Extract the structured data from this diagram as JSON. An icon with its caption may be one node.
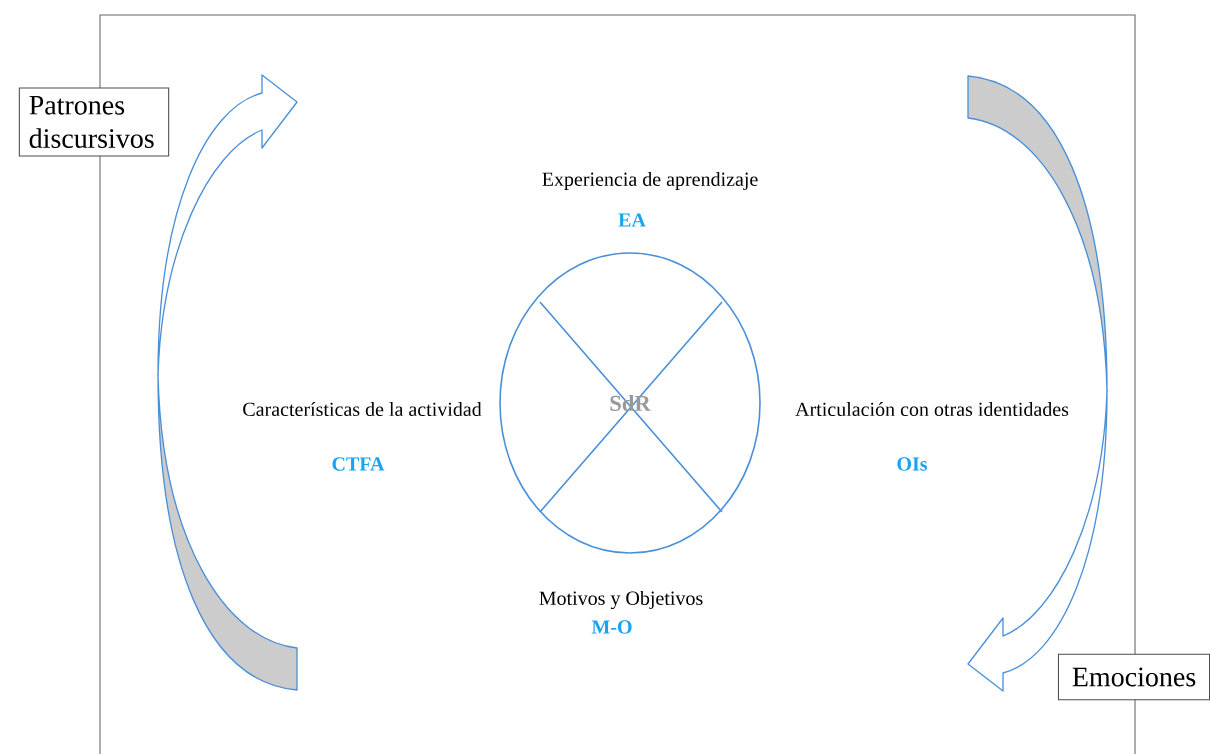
{
  "diagram": {
    "nodes": [
      {
        "text": [
          "Patrones discursivos"
        ]
      },
      {
        "text": [
          "Emociones"
        ]
      },
      {
        "text": [
          "SdR"
        ]
      }
    ],
    "labels": [
      "Experiencia de aprendizaje",
      "EA",
      "Características de la actividad",
      "Articulación con otras identidades",
      "CTFA",
      "OIs",
      "Motivos y Objetivos",
      "M-O"
    ]
  }
}
